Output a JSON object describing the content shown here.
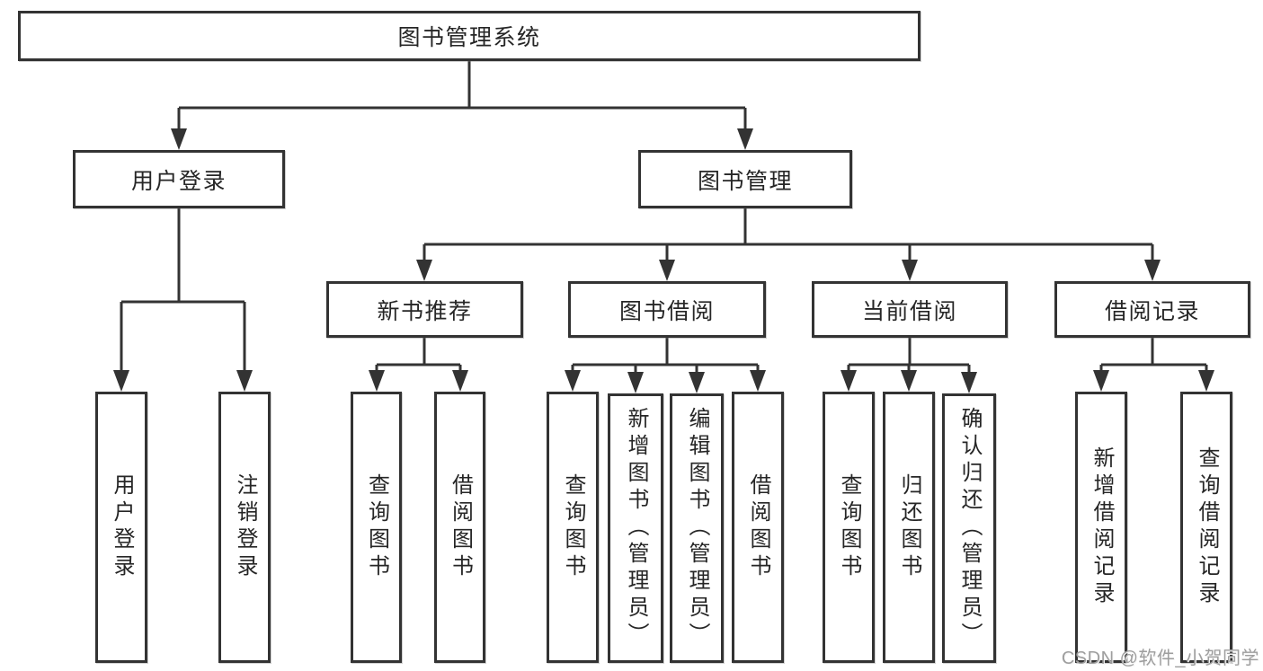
{
  "diagram_title": "图书管理系统",
  "nodes": {
    "root": "图书管理系统",
    "login": "用户登录",
    "mgmt": "图书管理",
    "recommend": "新书推荐",
    "borrow": "图书借阅",
    "current": "当前借阅",
    "history": "借阅记录",
    "login_user": "用户登录",
    "login_logout": "注销登录",
    "recommend_query": "查询图书",
    "recommend_borrow": "借阅图书",
    "borrow_query": "查询图书",
    "borrow_add": "新增图书（管理员）",
    "borrow_edit": "编辑图书（管理员）",
    "borrow_lend": "借阅图书",
    "current_query": "查询图书",
    "current_return": "归还图书",
    "current_confirm": "确认归还（管理员）",
    "history_add": "新增借阅记录",
    "history_query": "查询借阅记录"
  },
  "watermark": "CSDN @软件_小贺同学",
  "colors": {
    "line": "#333333",
    "text": "#262626",
    "box_background": "#ffffff",
    "page_background": "#ffffff",
    "watermark": "#9e9e9e"
  }
}
